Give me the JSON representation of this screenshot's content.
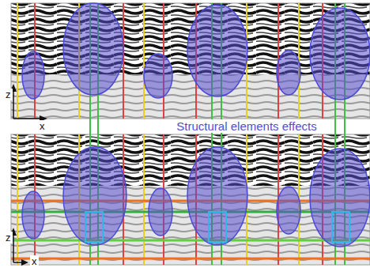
{
  "diagram": {
    "labels": [
      "z",
      "x",
      "Structural elements effects",
      "z",
      "x"
    ]
  }
}
